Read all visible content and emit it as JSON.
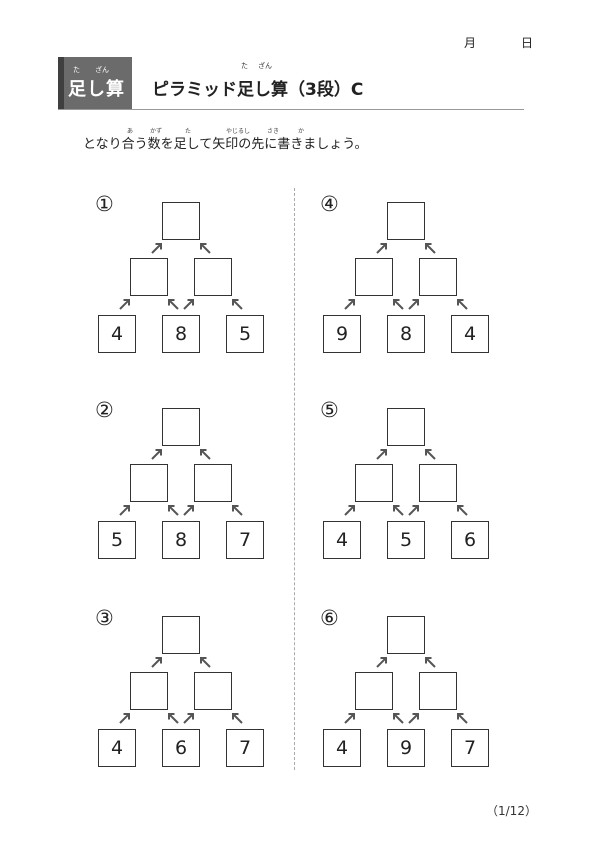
{
  "header": {
    "month_label": "月",
    "day_label": "日"
  },
  "badge": {
    "ruby_ta": "た",
    "ruby_zan": "ざん",
    "text": "足し算"
  },
  "title": {
    "ruby_ta": "た",
    "ruby_zan": "ざん",
    "text": "ピラミッド足し算（3段）C"
  },
  "instruction": {
    "ruby": [
      "あ",
      "かず",
      "た",
      "やじるし",
      "さき",
      "か"
    ],
    "text": "となり合う数を足して矢印の先に書きましょう。"
  },
  "problems": [
    {
      "number": "①",
      "bottom": [
        "4",
        "8",
        "5"
      ]
    },
    {
      "number": "②",
      "bottom": [
        "5",
        "8",
        "7"
      ]
    },
    {
      "number": "③",
      "bottom": [
        "4",
        "6",
        "7"
      ]
    },
    {
      "number": "④",
      "bottom": [
        "9",
        "8",
        "4"
      ]
    },
    {
      "number": "⑤",
      "bottom": [
        "4",
        "5",
        "6"
      ]
    },
    {
      "number": "⑥",
      "bottom": [
        "4",
        "9",
        "7"
      ]
    }
  ],
  "footer": {
    "page": "（1/12）"
  },
  "colors": {
    "badge_bg": "#6b6b6b",
    "badge_accent": "#3f3f3f",
    "arrow": "#555555"
  }
}
